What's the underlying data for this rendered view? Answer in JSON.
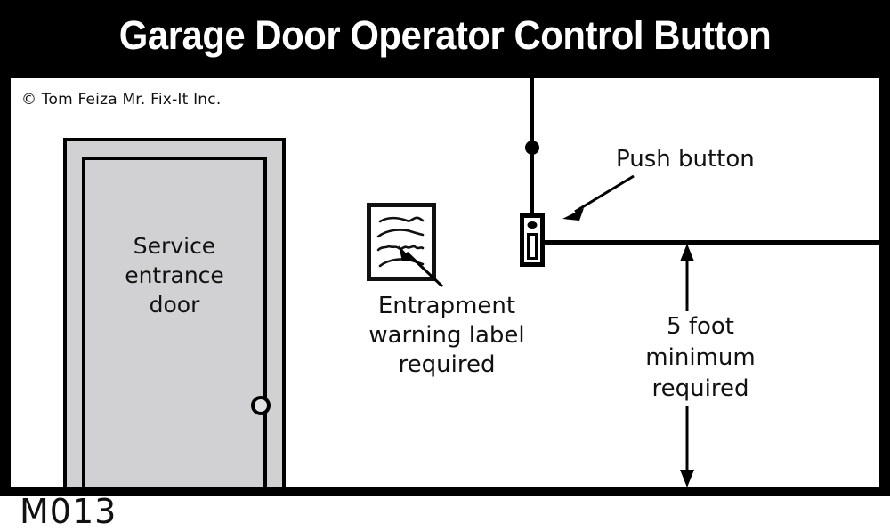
{
  "header": {
    "title": "Garage Door Operator Control Button",
    "bg_color": "#000000",
    "text_color": "#ffffff"
  },
  "panel": {
    "copyright": "© Tom Feiza Mr. Fix-It Inc.",
    "bg_color": "#ffffff",
    "frame_color": "#000000"
  },
  "figure": {
    "door": {
      "label_line1": "Service",
      "label_line2": "entrance",
      "label_line3": "door",
      "fill_color": "#d1d1d3",
      "outline_color": "#000000",
      "knob_name": "door-knob"
    },
    "warning_label": {
      "caption_line1": "Entrapment",
      "caption_line2": "warning label",
      "caption_line3": "required",
      "fill_color": "#ffffff",
      "outline_color": "#111111"
    },
    "push_button": {
      "caption": "Push button",
      "wire_color": "#000000",
      "box_fill": "#ffffff",
      "box_outline": "#000000"
    },
    "dimension": {
      "caption_line1": "5 foot",
      "caption_line2": "minimum",
      "caption_line3": "required",
      "arrow_color": "#000000",
      "style": "double-headed-vertical-arrow"
    },
    "reference_line": {
      "name": "ceiling-reference-line",
      "color": "#000000"
    }
  },
  "footer": {
    "code": "M013"
  }
}
